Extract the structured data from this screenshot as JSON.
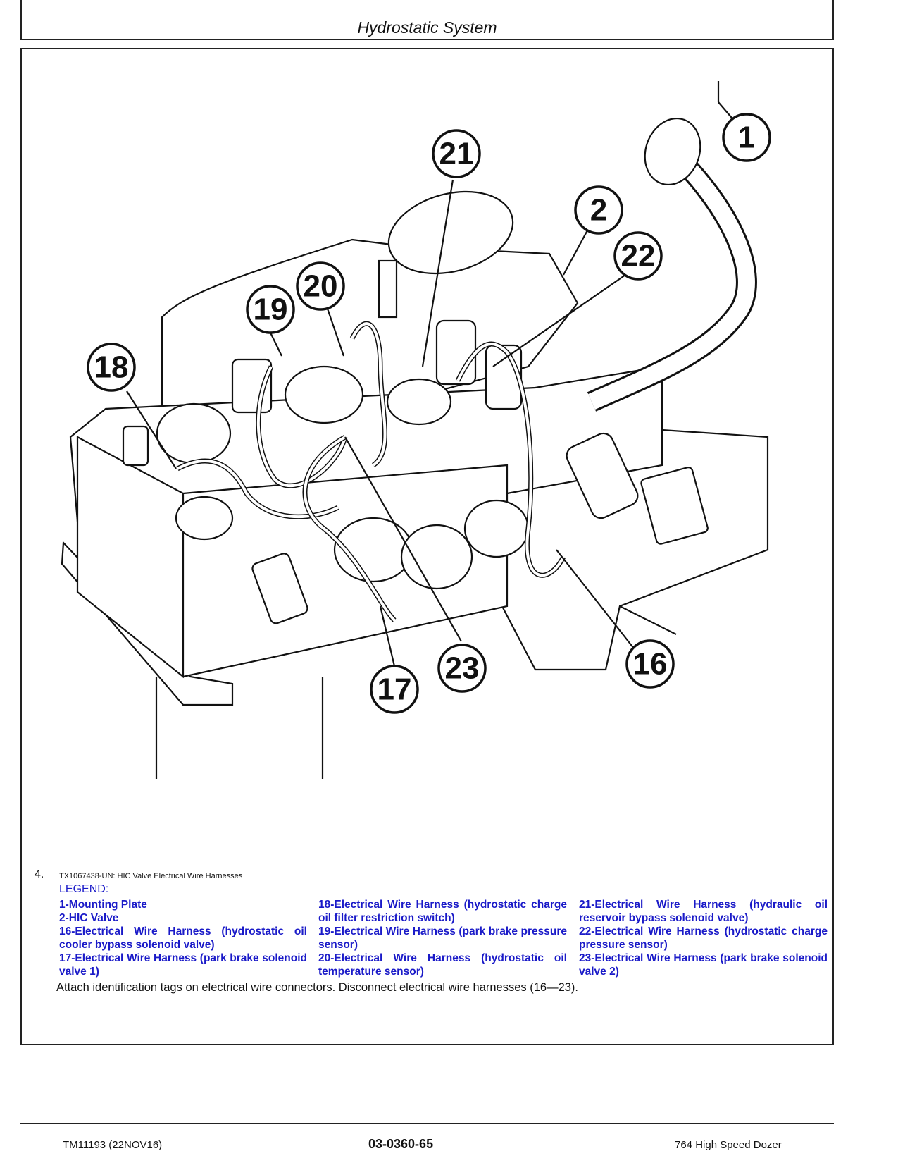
{
  "header": {
    "title": "Hydrostatic System"
  },
  "figure": {
    "callouts": [
      {
        "id": "1",
        "label": "1"
      },
      {
        "id": "2",
        "label": "2"
      },
      {
        "id": "16",
        "label": "16"
      },
      {
        "id": "17",
        "label": "17"
      },
      {
        "id": "18",
        "label": "18"
      },
      {
        "id": "19",
        "label": "19"
      },
      {
        "id": "20",
        "label": "20"
      },
      {
        "id": "21",
        "label": "21"
      },
      {
        "id": "22",
        "label": "22"
      },
      {
        "id": "23",
        "label": "23"
      }
    ]
  },
  "step": {
    "number": "4.",
    "caption": "TX1067438-UN: HIC Valve Electrical Wire Harnesses",
    "legend_title": "LEGEND:",
    "legend": {
      "col1": [
        "1-Mounting Plate",
        "2-HIC Valve",
        "16-Electrical Wire Harness (hydrostatic oil cooler bypass solenoid valve)",
        "17-Electrical Wire Harness (park brake solenoid valve 1)"
      ],
      "col2": [
        "18-Electrical Wire Harness (hydrostatic charge oil filter restriction switch)",
        "19-Electrical Wire Harness (park brake pressure sensor)",
        "20-Electrical Wire Harness (hydrostatic oil temperature sensor)"
      ],
      "col3": [
        "21-Electrical Wire Harness (hydraulic oil reservoir bypass solenoid valve)",
        "22-Electrical Wire Harness (hydrostatic charge pressure sensor)",
        "23-Electrical Wire Harness (park brake solenoid valve 2)"
      ]
    },
    "instruction": "Attach identification tags on electrical wire connectors. Disconnect electrical wire harnesses (16—23)."
  },
  "footer": {
    "doc_id": "TM11193 (22NOV16)",
    "page_number": "03-0360-65",
    "product": "764 High Speed Dozer"
  }
}
